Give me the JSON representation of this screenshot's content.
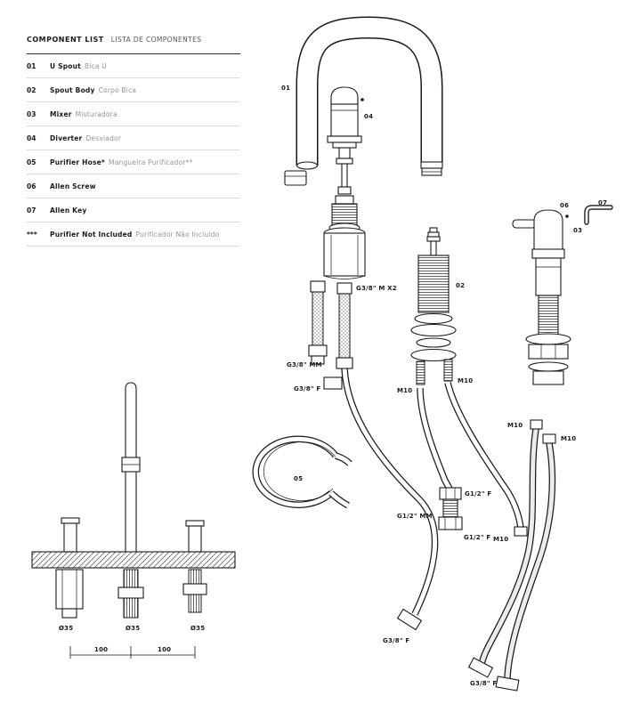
{
  "component_list": {
    "title_en": "COMPONENT LIST",
    "title_pt": "LISTA DE COMPONENTES",
    "items": [
      {
        "num": "01",
        "name_en": "U Spout",
        "name_pt": "Bica U"
      },
      {
        "num": "02",
        "name_en": "Spout Body",
        "name_pt": "Corpo Bica"
      },
      {
        "num": "03",
        "name_en": "Mixer",
        "name_pt": "Misturadora"
      },
      {
        "num": "04",
        "name_en": "Diverter",
        "name_pt": "Desviador"
      },
      {
        "num": "05",
        "name_en": "Purifier Hose*",
        "name_pt": "Mangueira Purificador**"
      },
      {
        "num": "06",
        "name_en": "Allen Screw",
        "name_pt": ""
      },
      {
        "num": "07",
        "name_en": "Allen Key",
        "name_pt": ""
      },
      {
        "num": "***",
        "name_en": "Purifier Not Included",
        "name_pt": "Purificador Não Incluido"
      }
    ]
  },
  "diagram": {
    "part_labels": {
      "p01": "01",
      "p02": "02",
      "p03": "03",
      "p04": "04",
      "p05": "05",
      "p06": "06",
      "p07": "07"
    },
    "thread_labels": {
      "g38_m_x2": "G3/8\" M X2",
      "g38_mm": "G3/8\" MM",
      "g38_f_upper": "G3/8\" F",
      "m10_body_left": "M10",
      "m10_body_right": "M10",
      "m10_mixer_left": "M10",
      "m10_mixer_right": "M10",
      "m10_mid": "M10",
      "g12_f_upper": "G1/2\" F",
      "g12_mm": "G1/2\" MM",
      "g12_f_lower": "G1/2\" F",
      "g38_f_lower_left": "G3/8\" F",
      "g38_f_lower_right": "G3/8\" F"
    }
  },
  "installation": {
    "hole_left": "Ø35",
    "hole_center": "Ø35",
    "hole_right": "Ø35",
    "spacing_left": "100",
    "spacing_right": "100"
  }
}
